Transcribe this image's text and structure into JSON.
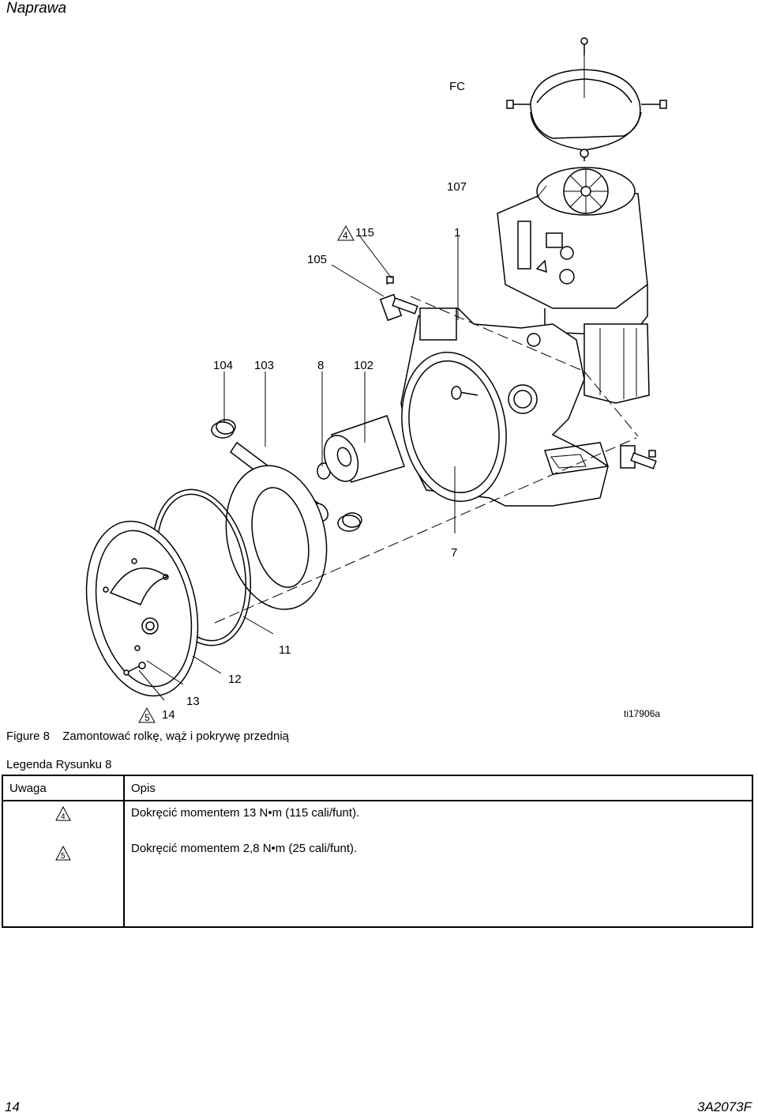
{
  "header": {
    "section": "Naprawa"
  },
  "figure": {
    "callouts": [
      "FC",
      "107",
      "4",
      "115",
      "1",
      "105",
      "104",
      "103",
      "8",
      "102",
      "7",
      "11",
      "12",
      "13",
      "5",
      "14"
    ],
    "ref_id": "ti17906a",
    "caption_number": "Figure 8",
    "caption_text": "Zamontować rolkę, wąż i pokrywę przednią"
  },
  "legend": {
    "title": "Legenda Rysunku 8",
    "col_note": "Uwaga",
    "col_desc": "Opis",
    "rows": [
      {
        "note": "4",
        "desc": "Dokręcić momentem 13 N•m (115 cali/funt)."
      },
      {
        "note": "5",
        "desc": "Dokręcić momentem 2,8 N•m (25 cali/funt)."
      }
    ]
  },
  "footer": {
    "page": "14",
    "doc": "3A2073F"
  }
}
